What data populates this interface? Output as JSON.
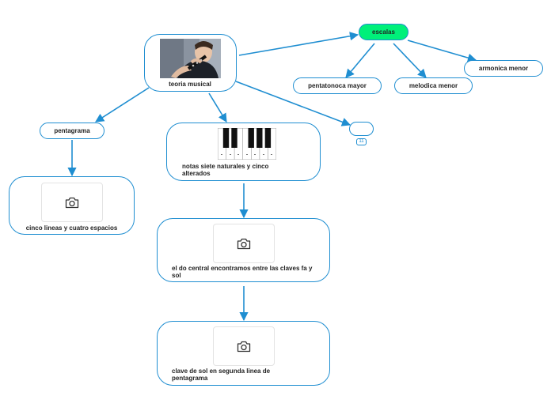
{
  "colors": {
    "connector": "#1f8ed1",
    "node_border": "#1f8ed1",
    "highlight_fill": "#00f07a",
    "text": "#222222"
  },
  "nodes": {
    "teoria": {
      "label": "teoria musical",
      "image": "clarinet-player-photo"
    },
    "escalas": {
      "label": "escalas"
    },
    "pentatonica": {
      "label": "pentatonoca mayor"
    },
    "melodica": {
      "label": "melodica menor"
    },
    "armonica": {
      "label": "armonica menor"
    },
    "pentagrama": {
      "label": "pentagrama"
    },
    "cinco_lineas": {
      "label": "cinco lineas y cuatro espacios",
      "image": "camera-icon"
    },
    "notas": {
      "label": "notas siete naturales y cinco alterados",
      "image": "piano-keys-image"
    },
    "do_central": {
      "label": "el do central encontramos entre las claves fa y sol",
      "image": "camera-icon"
    },
    "clave_sol": {
      "label": "clave de sol en segunda linea de pentagrama",
      "image": "camera-icon"
    },
    "empty_node": {
      "label": "",
      "badge": "11"
    }
  }
}
